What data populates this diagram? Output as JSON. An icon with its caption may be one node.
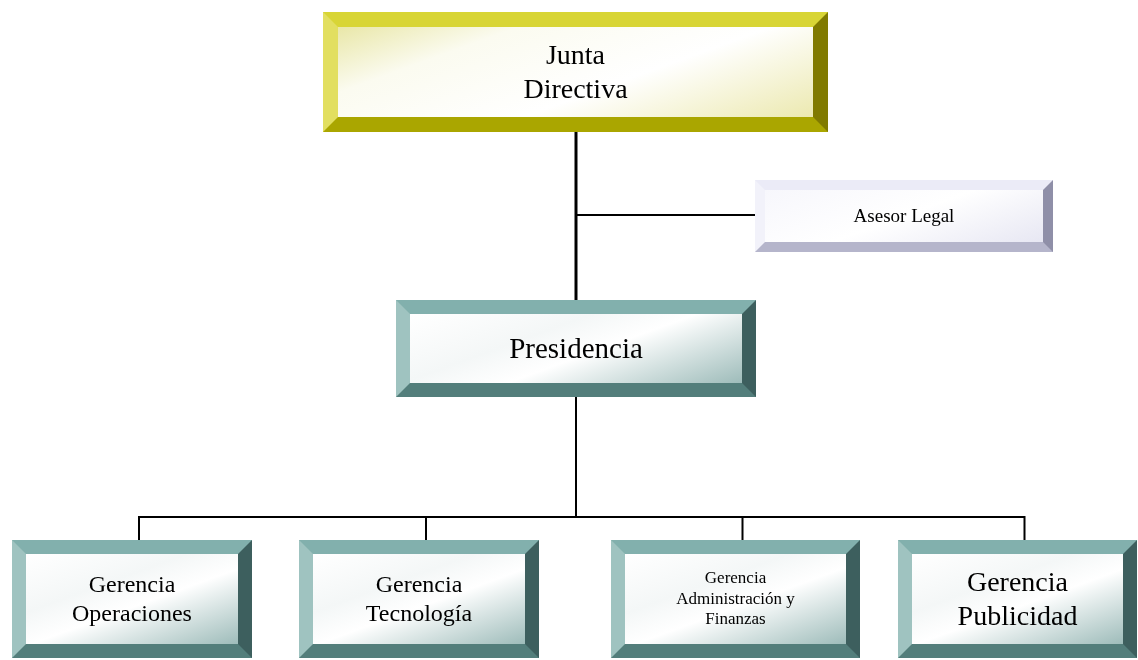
{
  "diagram": {
    "nodes": [
      {
        "text": [
          "Junta Directiva"
        ]
      },
      {
        "text": [
          "Asesor Legal"
        ]
      },
      {
        "text": [
          "Presidencia"
        ]
      },
      {
        "text": [
          "Gerencia Operaciones"
        ]
      },
      {
        "text": [
          "Gerencia Tecnología"
        ]
      },
      {
        "text": [
          "Gerencia Administración y Finanzas"
        ]
      },
      {
        "text": [
          "Gerencia Publicidad"
        ]
      }
    ],
    "edges": [
      {
        "from": 0,
        "to": 2,
        "arrow": "none"
      },
      {
        "from": 0,
        "to": 1,
        "arrow": "none"
      },
      {
        "from": 2,
        "to": 3,
        "arrow": "none"
      },
      {
        "from": 2,
        "to": 4,
        "arrow": "none"
      },
      {
        "from": 2,
        "to": 5,
        "arrow": "none"
      },
      {
        "from": 2,
        "to": 6,
        "arrow": "none"
      }
    ]
  }
}
